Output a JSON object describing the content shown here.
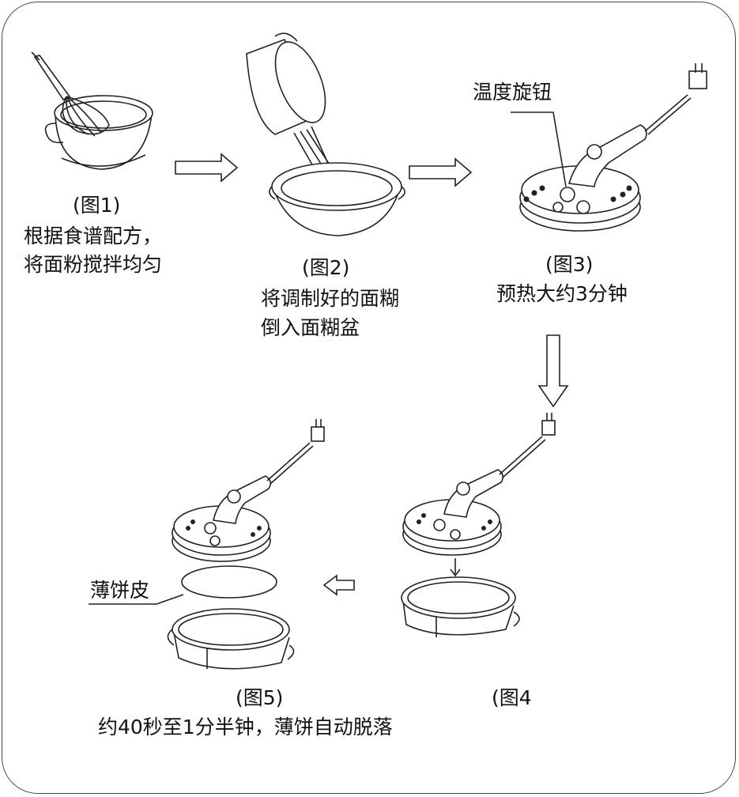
{
  "steps": [
    {
      "caption": "(图1)",
      "lines": [
        "根据食谱配方，",
        "将面粉搅拌均匀"
      ]
    },
    {
      "caption": "(图2)",
      "lines": [
        "将调制好的面糊",
        "倒入面糊盆"
      ]
    },
    {
      "caption": "(图3)",
      "lines": [
        "预热大约3分钟"
      ]
    },
    {
      "caption": "(图4",
      "lines": []
    },
    {
      "caption": "(图5)",
      "lines": [
        "约40秒至1分半钟，薄饼自动脱落"
      ]
    }
  ],
  "callouts": {
    "temperature_knob": "温度旋钮",
    "crepe_skin": "薄饼皮"
  },
  "icons": [
    "whisk-bowl",
    "pour-pot",
    "crepe-maker",
    "batter-tray",
    "arrow-right",
    "arrow-down",
    "arrow-left"
  ]
}
